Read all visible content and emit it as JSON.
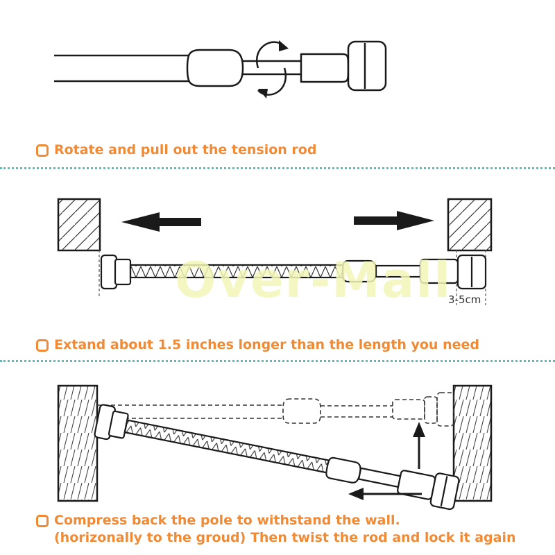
{
  "steps": [
    {
      "text": "Rotate and pull out the tension rod"
    },
    {
      "text": "Extand about 1.5 inches longer than the length you need"
    },
    {
      "line1": "Compress back the pole to withstand the wall.",
      "line2": "(horizonally to the groud) Then twist the rod and lock it again"
    }
  ],
  "watermark": "Over-Mall",
  "measure_label": "3-5cm",
  "colors": {
    "caption": "#f08a35",
    "divider": "#46c6c0",
    "line": "#1a1a1a",
    "watermark": "#f3f6b8"
  }
}
